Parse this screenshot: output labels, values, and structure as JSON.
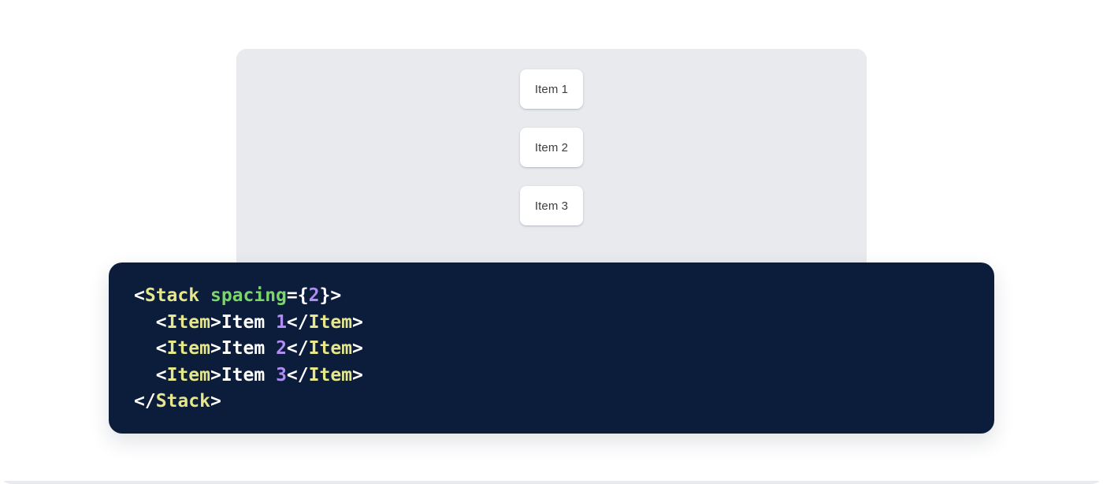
{
  "theme": {
    "page_background": "#ffffff",
    "preview_panel_background": "#e8eaee",
    "code_panel_background": "#0c1d3b",
    "item_background": "#ffffff",
    "item_text_color": "#3c4043",
    "code_text_color": "#ffffff",
    "code_tag_color": "#e6e68a",
    "code_attr_color": "#7bd66a",
    "code_number_color": "#b08cf5"
  },
  "preview": {
    "component_name": "Stack",
    "items": [
      {
        "label": "Item 1"
      },
      {
        "label": "Item 2"
      },
      {
        "label": "Item 3"
      }
    ]
  },
  "code": {
    "language": "jsx",
    "lines": [
      {
        "indent": "",
        "tokens": [
          {
            "text": "<",
            "type": "punct"
          },
          {
            "text": "Stack",
            "type": "tag"
          },
          {
            "text": " ",
            "type": "punct"
          },
          {
            "text": "spacing",
            "type": "attr"
          },
          {
            "text": "={",
            "type": "punct"
          },
          {
            "text": "2",
            "type": "num"
          },
          {
            "text": "}>",
            "type": "punct"
          }
        ]
      },
      {
        "indent": "  ",
        "tokens": [
          {
            "text": "<",
            "type": "punct"
          },
          {
            "text": "Item",
            "type": "tag"
          },
          {
            "text": ">",
            "type": "punct"
          },
          {
            "text": "Item ",
            "type": "text"
          },
          {
            "text": "1",
            "type": "num"
          },
          {
            "text": "</",
            "type": "punct"
          },
          {
            "text": "Item",
            "type": "tag"
          },
          {
            "text": ">",
            "type": "punct"
          }
        ]
      },
      {
        "indent": "  ",
        "tokens": [
          {
            "text": "<",
            "type": "punct"
          },
          {
            "text": "Item",
            "type": "tag"
          },
          {
            "text": ">",
            "type": "punct"
          },
          {
            "text": "Item ",
            "type": "text"
          },
          {
            "text": "2",
            "type": "num"
          },
          {
            "text": "</",
            "type": "punct"
          },
          {
            "text": "Item",
            "type": "tag"
          },
          {
            "text": ">",
            "type": "punct"
          }
        ]
      },
      {
        "indent": "  ",
        "tokens": [
          {
            "text": "<",
            "type": "punct"
          },
          {
            "text": "Item",
            "type": "tag"
          },
          {
            "text": ">",
            "type": "punct"
          },
          {
            "text": "Item ",
            "type": "text"
          },
          {
            "text": "3",
            "type": "num"
          },
          {
            "text": "</",
            "type": "punct"
          },
          {
            "text": "Item",
            "type": "tag"
          },
          {
            "text": ">",
            "type": "punct"
          }
        ]
      },
      {
        "indent": "",
        "tokens": [
          {
            "text": "</",
            "type": "punct"
          },
          {
            "text": "Stack",
            "type": "tag"
          },
          {
            "text": ">",
            "type": "punct"
          }
        ]
      }
    ]
  }
}
